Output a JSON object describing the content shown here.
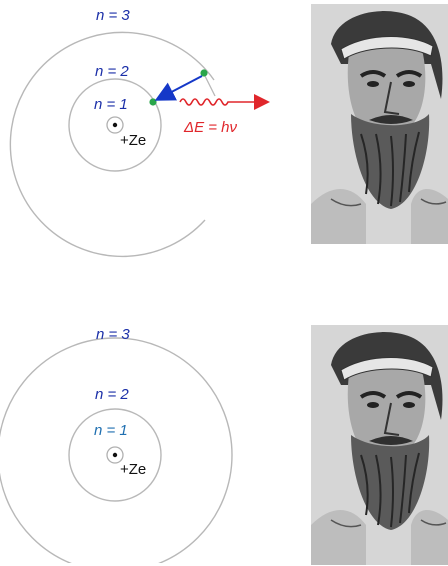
{
  "colors": {
    "orbit": "#b8b8b8",
    "label_blue": "#1b2fa8",
    "label_cyan": "#1f6fb0",
    "electron_green": "#2aa64b",
    "transition_arrow": "#1538c8",
    "photon_red": "#e0262b",
    "nucleus_text": "#111111"
  },
  "top_diagram": {
    "label_n3": "n = 3",
    "label_n2": "n = 2",
    "label_n1": "n = 1",
    "nucleus_label": "+Ze",
    "photon_label": "ΔE = hν",
    "icons": [
      "nucleus-icon",
      "electron-icon",
      "transition-arrow-icon",
      "photon-wave-icon"
    ]
  },
  "bottom_diagram": {
    "label_n3": "n = 3",
    "label_n2": "n = 2",
    "label_n1": "n = 1",
    "nucleus_label": "+Ze",
    "icons": [
      "nucleus-icon"
    ]
  },
  "portraits": {
    "subject": "bearded-man-engraving-icon"
  }
}
